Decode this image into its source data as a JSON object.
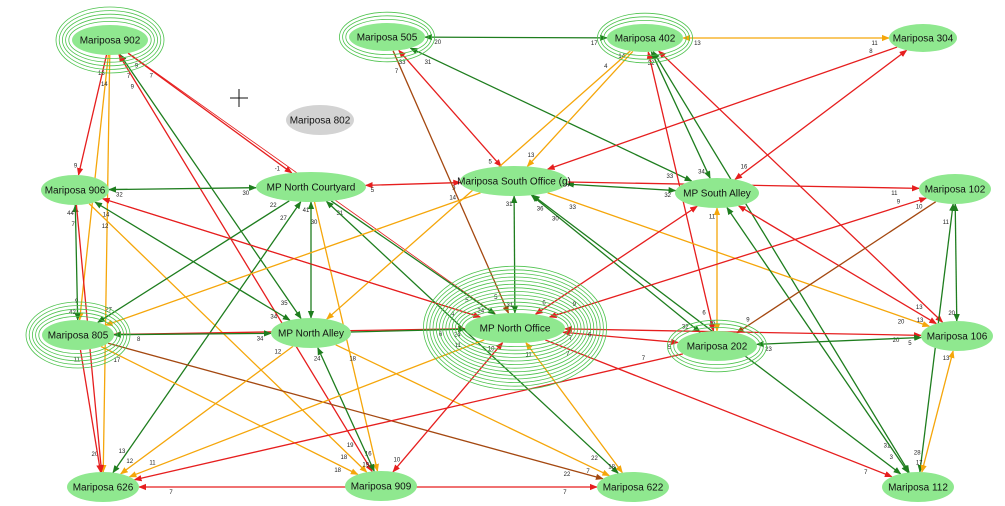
{
  "colors": {
    "node_fill": "#8fe88f",
    "node_ring": "#4dc24d",
    "node_inactive": "#d3d3d3",
    "red": "#e61e1e",
    "dark_green": "#1e7d1e",
    "orange": "#f5a60a",
    "brown": "#a44810",
    "dark_red": "#b01010",
    "label_purple": "#7a1a7a",
    "background": "#ffffff"
  },
  "cursor_icon": "crosshair-icon",
  "nodes": [
    {
      "id": "m902",
      "label": "Mariposa 902",
      "rings": 5
    },
    {
      "id": "m505",
      "label": "Mariposa 505",
      "rings": 3
    },
    {
      "id": "m402",
      "label": "Mariposa 402",
      "rings": 3
    },
    {
      "id": "m304",
      "label": "Mariposa 304",
      "rings": 0
    },
    {
      "id": "m802",
      "label": "Mariposa 802",
      "rings": 0,
      "inactive": true
    },
    {
      "id": "m906",
      "label": "Mariposa 906",
      "rings": 0
    },
    {
      "id": "mpnc",
      "label": "MP North Courtyard",
      "rings": 0
    },
    {
      "id": "mpso",
      "label": "Mariposa South Office (g)",
      "rings": 0,
      "highlight": true
    },
    {
      "id": "mpsa",
      "label": "MP South Alley",
      "rings": 0
    },
    {
      "id": "m102",
      "label": "Mariposa 102",
      "rings": 0
    },
    {
      "id": "m805",
      "label": "Mariposa 805",
      "rings": 5
    },
    {
      "id": "mpna",
      "label": "MP North Alley",
      "rings": 0
    },
    {
      "id": "mpno",
      "label": "MP North Office",
      "rings": 13
    },
    {
      "id": "m202",
      "label": "Mariposa 202",
      "rings": 3
    },
    {
      "id": "m106",
      "label": "Mariposa 106",
      "rings": 0
    },
    {
      "id": "m626",
      "label": "Mariposa 626",
      "rings": 0
    },
    {
      "id": "m909",
      "label": "Mariposa 909",
      "rings": 0
    },
    {
      "id": "m622",
      "label": "Mariposa 622",
      "rings": 0
    },
    {
      "id": "m112",
      "label": "Mariposa 112",
      "rings": 0
    }
  ],
  "edges": [
    {
      "from": "m505",
      "to": "m402",
      "color": "dark_green",
      "head": "both",
      "l1": "20",
      "l2": "17"
    },
    {
      "from": "m402",
      "to": "m304",
      "color": "orange",
      "head": "both",
      "l1": "13",
      "l2": "11"
    },
    {
      "from": "m902",
      "to": "m906",
      "color": "red",
      "head": "end",
      "l1": "",
      "l2": "9"
    },
    {
      "from": "m902",
      "to": "mpnc",
      "color": "red",
      "head": "end",
      "l1": "9",
      "l2": "-1"
    },
    {
      "from": "m902",
      "to": "mpno",
      "color": "red",
      "head": "end",
      "l1": "7",
      "l2": "5",
      "thin": true
    },
    {
      "from": "m902",
      "to": "m805",
      "color": "orange",
      "head": "end",
      "l1": "16",
      "l2": "9"
    },
    {
      "from": "m902",
      "to": "m626",
      "color": "orange",
      "head": "end",
      "l1": "14",
      "l2": ""
    },
    {
      "from": "m902",
      "to": "mpna",
      "color": "dark_green",
      "head": "both",
      "l1": "7",
      "l2": "35"
    },
    {
      "from": "m902",
      "to": "m909",
      "color": "red",
      "head": "both",
      "l1": "9",
      "l2": "19"
    },
    {
      "from": "m906",
      "to": "mpnc",
      "color": "dark_green",
      "head": "both",
      "l1": "32",
      "l2": "30"
    },
    {
      "from": "m906",
      "to": "m805",
      "color": "dark_green",
      "head": "both",
      "l1": "44",
      "l2": "42"
    },
    {
      "from": "m906",
      "to": "mpna",
      "color": "dark_green",
      "head": "both",
      "l1": "14",
      "l2": "34"
    },
    {
      "from": "m906",
      "to": "mpno",
      "color": "red",
      "head": "both",
      "l1": "",
      "l2": "4"
    },
    {
      "from": "m906",
      "to": "m909",
      "color": "orange",
      "head": "end",
      "l1": "12",
      "l2": "18"
    },
    {
      "from": "m906",
      "to": "m626",
      "color": "red",
      "head": "end",
      "l1": "7",
      "l2": "20"
    },
    {
      "from": "mpnc",
      "to": "mpso",
      "color": "red",
      "head": "both",
      "l1": "5",
      "l2": "9"
    },
    {
      "from": "mpnc",
      "to": "m805",
      "color": "dark_green",
      "head": "end",
      "l1": "22",
      "l2": "27"
    },
    {
      "from": "mpnc",
      "to": "mpna",
      "color": "dark_green",
      "head": "both",
      "l1": "41",
      "l2": ""
    },
    {
      "from": "mpnc",
      "to": "mpno",
      "color": "dark_green",
      "head": "end",
      "l1": "31",
      "l2": "24"
    },
    {
      "from": "mpnc",
      "to": "m909",
      "color": "orange",
      "head": "end",
      "l1": "30",
      "l2": "16"
    },
    {
      "from": "mpnc",
      "to": "m626",
      "color": "dark_green",
      "head": "both",
      "l1": "27",
      "l2": "13"
    },
    {
      "from": "mpnc",
      "to": "m622",
      "color": "dark_green",
      "head": "both",
      "l1": "",
      "l2": "22"
    },
    {
      "from": "m505",
      "to": "mpso",
      "color": "red",
      "head": "both",
      "l1": "33",
      "l2": "5"
    },
    {
      "from": "m505",
      "to": "mpno",
      "color": "brown",
      "head": "end",
      "l1": "7",
      "l2": "5"
    },
    {
      "from": "m505",
      "to": "mpsa",
      "color": "dark_green",
      "head": "both",
      "l1": "31",
      "l2": "33"
    },
    {
      "from": "m402",
      "to": "mpso",
      "color": "orange",
      "head": "end",
      "l1": "14",
      "l2": "13"
    },
    {
      "from": "m402",
      "to": "mpna",
      "color": "orange",
      "head": "end",
      "l1": "4",
      "l2": ""
    },
    {
      "from": "m402",
      "to": "mpsa",
      "color": "dark_green",
      "head": "both",
      "l1": "32",
      "l2": "34"
    },
    {
      "from": "m402",
      "to": "m202",
      "color": "red",
      "head": "both",
      "l1": "",
      "l2": "6"
    },
    {
      "from": "m402",
      "to": "m106",
      "color": "red",
      "head": "both",
      "l1": "",
      "l2": "13"
    },
    {
      "from": "m402",
      "to": "m112",
      "color": "dark_green",
      "head": "both",
      "l1": "",
      "l2": "31"
    },
    {
      "from": "m304",
      "to": "mpso",
      "color": "red",
      "head": "end",
      "l1": "8",
      "l2": ""
    },
    {
      "from": "m304",
      "to": "mpsa",
      "color": "red",
      "head": "both",
      "l1": "",
      "l2": "16"
    },
    {
      "from": "mpso",
      "to": "mpsa",
      "color": "dark_green",
      "head": "both",
      "l1": "",
      "l2": "32"
    },
    {
      "from": "mpso",
      "to": "m102",
      "color": "red",
      "head": "end",
      "l1": "",
      "l2": "11"
    },
    {
      "from": "mpso",
      "to": "mpno",
      "color": "dark_green",
      "head": "both",
      "l1": "31",
      "l2": "31"
    },
    {
      "from": "mpso",
      "to": "m202",
      "color": "dark_green",
      "head": "both",
      "l1": "36",
      "l2": "32"
    },
    {
      "from": "mpso",
      "to": "m106",
      "color": "orange",
      "head": "end",
      "l1": "33",
      "l2": "20"
    },
    {
      "from": "mpso",
      "to": "m112",
      "color": "dark_green",
      "head": "both",
      "l1": "30",
      "l2": ""
    },
    {
      "from": "mpso",
      "to": "m805",
      "color": "orange",
      "head": "end",
      "l1": "14",
      "l2": ""
    },
    {
      "from": "mpsa",
      "to": "mpno",
      "color": "red",
      "head": "both",
      "l1": "",
      "l2": "6"
    },
    {
      "from": "mpsa",
      "to": "m202",
      "color": "orange",
      "head": "both",
      "l1": "11",
      "l2": "16"
    },
    {
      "from": "mpsa",
      "to": "m106",
      "color": "red",
      "head": "both",
      "l1": "",
      "l2": "13"
    },
    {
      "from": "mpsa",
      "to": "m112",
      "color": "dark_green",
      "head": "both",
      "l1": "",
      "l2": "3"
    },
    {
      "from": "m102",
      "to": "mpno",
      "color": "red",
      "head": "both",
      "l1": "9",
      "l2": "9"
    },
    {
      "from": "m102",
      "to": "m202",
      "color": "brown",
      "head": "end",
      "l1": "10",
      "l2": "9"
    },
    {
      "from": "m102",
      "to": "m106",
      "color": "dark_green",
      "head": "both",
      "l1": "",
      "l2": "20"
    },
    {
      "from": "m102",
      "to": "m112",
      "color": "dark_green",
      "head": "both",
      "l1": "11",
      "l2": "28"
    },
    {
      "from": "m805",
      "to": "mpno",
      "color": "red",
      "head": "both",
      "l1": "8",
      "l2": "6"
    },
    {
      "from": "m805",
      "to": "mpna",
      "color": "dark_green",
      "head": "both",
      "l1": "",
      "l2": "34"
    },
    {
      "from": "m805",
      "to": "m626",
      "color": "red",
      "head": "end",
      "l1": "11",
      "l2": ""
    },
    {
      "from": "m805",
      "to": "m909",
      "color": "orange",
      "head": "end",
      "l1": "17",
      "l2": "18"
    },
    {
      "from": "m805",
      "to": "m622",
      "color": "brown",
      "head": "end",
      "l1": "",
      "l2": "22"
    },
    {
      "from": "mpna",
      "to": "mpno",
      "color": "dark_green",
      "head": "end",
      "l1": "",
      "l2": "24"
    },
    {
      "from": "mpna",
      "to": "m909",
      "color": "dark_green",
      "head": "both",
      "l1": "24",
      "l2": "19"
    },
    {
      "from": "mpna",
      "to": "m626",
      "color": "orange",
      "head": "end",
      "l1": "12",
      "l2": "12"
    },
    {
      "from": "mpna",
      "to": "m622",
      "color": "orange",
      "head": "end",
      "l1": "18",
      "l2": "7"
    },
    {
      "from": "mpno",
      "to": "m202",
      "color": "red",
      "head": "both",
      "l1": "7",
      "l2": "5"
    },
    {
      "from": "mpno",
      "to": "m106",
      "color": "red",
      "head": "both",
      "l1": "6",
      "l2": "20"
    },
    {
      "from": "mpno",
      "to": "m909",
      "color": "red",
      "head": "both",
      "l1": "10",
      "l2": "10"
    },
    {
      "from": "mpno",
      "to": "m622",
      "color": "orange",
      "head": "both",
      "l1": "11",
      "l2": "18"
    },
    {
      "from": "mpno",
      "to": "m112",
      "color": "red",
      "head": "end",
      "l1": "7",
      "l2": "7"
    },
    {
      "from": "mpno",
      "to": "m626",
      "color": "orange",
      "head": "end",
      "l1": "11",
      "l2": "11"
    },
    {
      "from": "m202",
      "to": "m106",
      "color": "dark_green",
      "head": "both",
      "l1": "23",
      "l2": "5"
    },
    {
      "from": "m202",
      "to": "m626",
      "color": "red",
      "head": "end",
      "l1": "7",
      "l2": ""
    },
    {
      "from": "m106",
      "to": "m112",
      "color": "orange",
      "head": "both",
      "l1": "13",
      "l2": "17"
    },
    {
      "from": "m626",
      "to": "m622",
      "color": "red",
      "head": "both",
      "l1": "7",
      "l2": "7"
    },
    {
      "from": "mpno",
      "to": "m906",
      "color": "red",
      "head": "end",
      "l1": "",
      "l2": "",
      "thin": true
    }
  ]
}
